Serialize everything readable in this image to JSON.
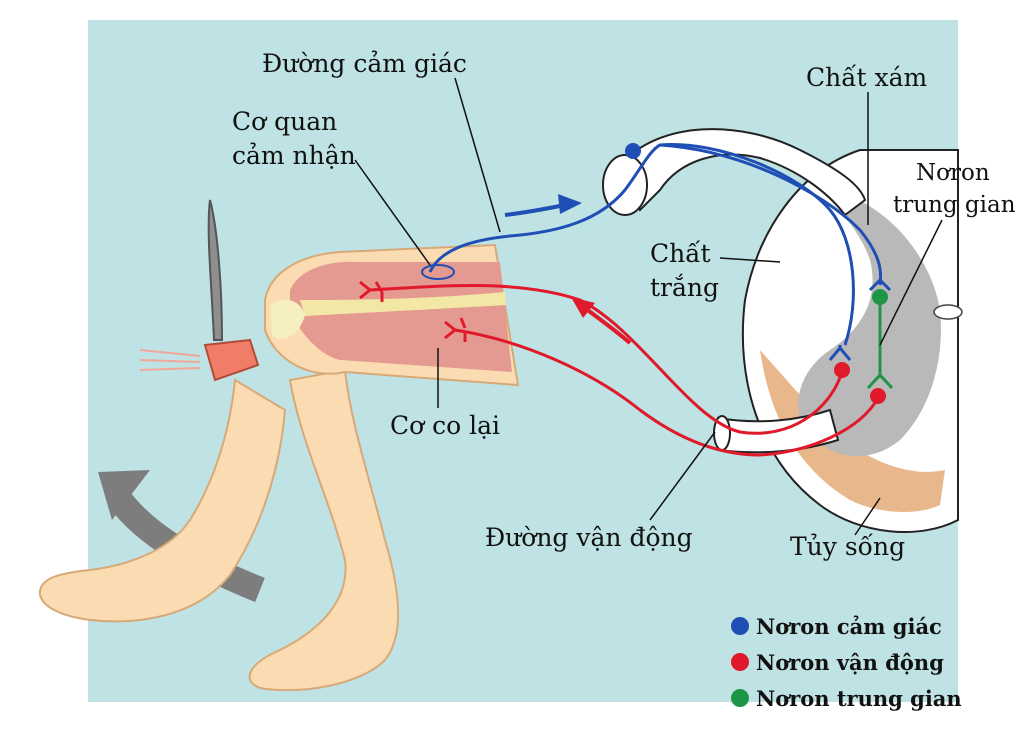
{
  "labels": {
    "sensory_path": "Đường cảm giác",
    "receptor_line1": "Cơ quan",
    "receptor_line2": "cảm nhận",
    "gray_matter": "Chất xám",
    "interneuron_line1": "Nơron",
    "interneuron_line2": "trung gian",
    "white_matter_line1": "Chất",
    "white_matter_line2": "trắng",
    "muscle_contracts": "Cơ co lại",
    "motor_path": "Đường vận động",
    "spinal_cord": "Tủy sống"
  },
  "legend": [
    {
      "label": "Nơron cảm giác",
      "color": "#1f4fb5"
    },
    {
      "label": "Nơron vận động",
      "color": "#e0192b"
    },
    {
      "label": "Nơron trung gian",
      "color": "#1e9648"
    }
  ],
  "colors": {
    "background": "#bfe3e4",
    "sensory": "#1f4fb5",
    "motor": "#e0192b",
    "interneuron": "#1e9648",
    "gray_matter": "#b9b9b9",
    "skin": "#fbdcb2",
    "muscle": "#e59a91",
    "arrow_gray": "#7d7d7d"
  }
}
